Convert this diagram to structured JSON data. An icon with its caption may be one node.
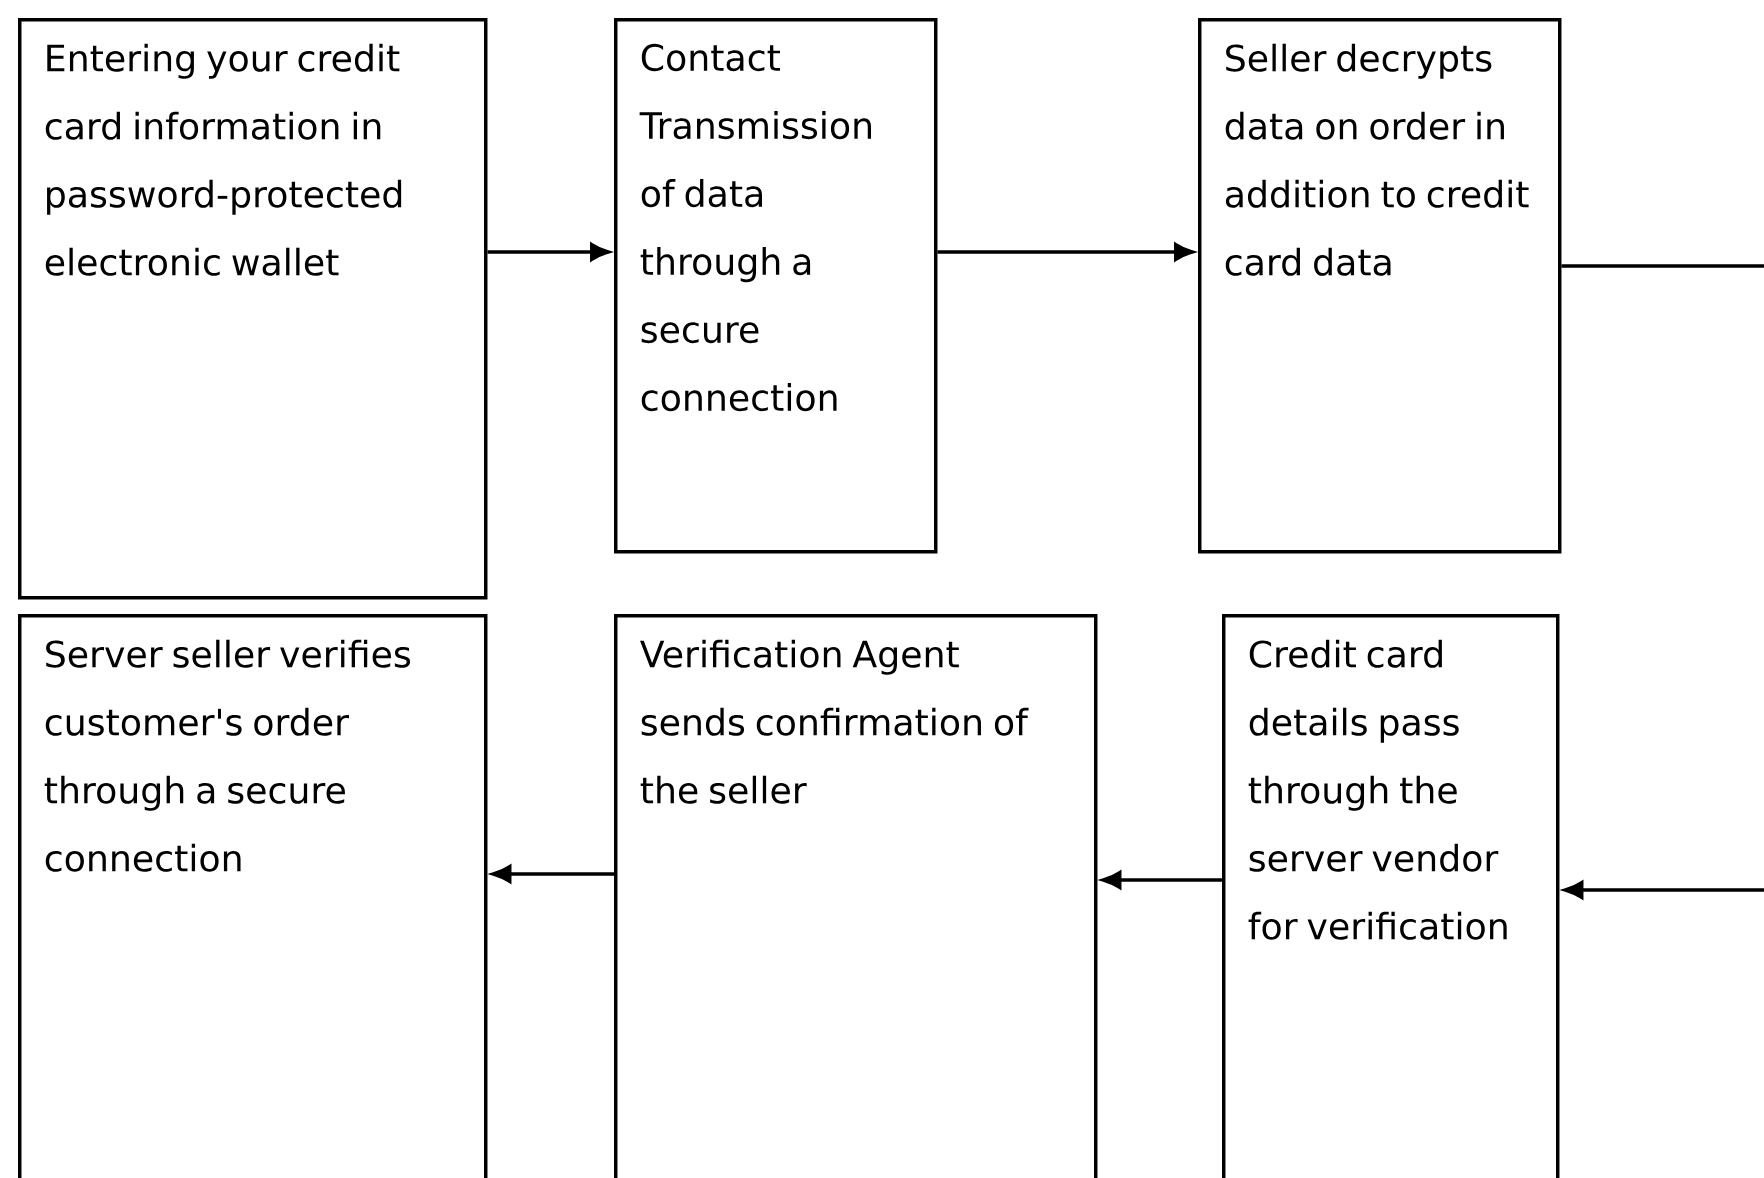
{
  "diagram": {
    "nodes": [
      {
        "text": [
          "Entering your credit card information in password-protected electronic wallet"
        ]
      },
      {
        "text": [
          "Contact Transmission of data through a secure connection"
        ]
      },
      {
        "text": [
          "Seller decrypts data on order in addition to credit card data"
        ]
      },
      {
        "text": [
          "Server seller verifies customer's order through a secure connection"
        ]
      },
      {
        "text": [
          "Verification Agent sends confirmation of the seller"
        ]
      },
      {
        "text": [
          "Credit card details pass through the server vendor for verification"
        ]
      }
    ],
    "edges": [
      {
        "from": 0,
        "to": 1,
        "arrow": "to"
      },
      {
        "from": 1,
        "to": 2,
        "arrow": "to"
      },
      {
        "from": 2,
        "to": 5,
        "arrow": "to"
      },
      {
        "from": 5,
        "to": 4,
        "arrow": "to"
      },
      {
        "from": 4,
        "to": 3,
        "arrow": "to"
      }
    ]
  }
}
